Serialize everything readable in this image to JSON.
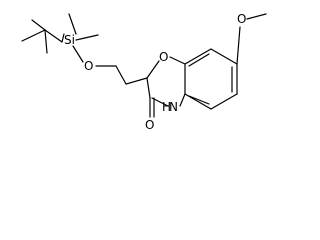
{
  "molecule": {
    "atom_labels": {
      "si": "Si",
      "o_ether": "O",
      "o_ring": "O",
      "o_methoxy": "O",
      "o_carbonyl": "O",
      "nh": "N",
      "h": "H"
    }
  },
  "colors": {
    "ink": "#000000",
    "background": "#ffffff"
  }
}
